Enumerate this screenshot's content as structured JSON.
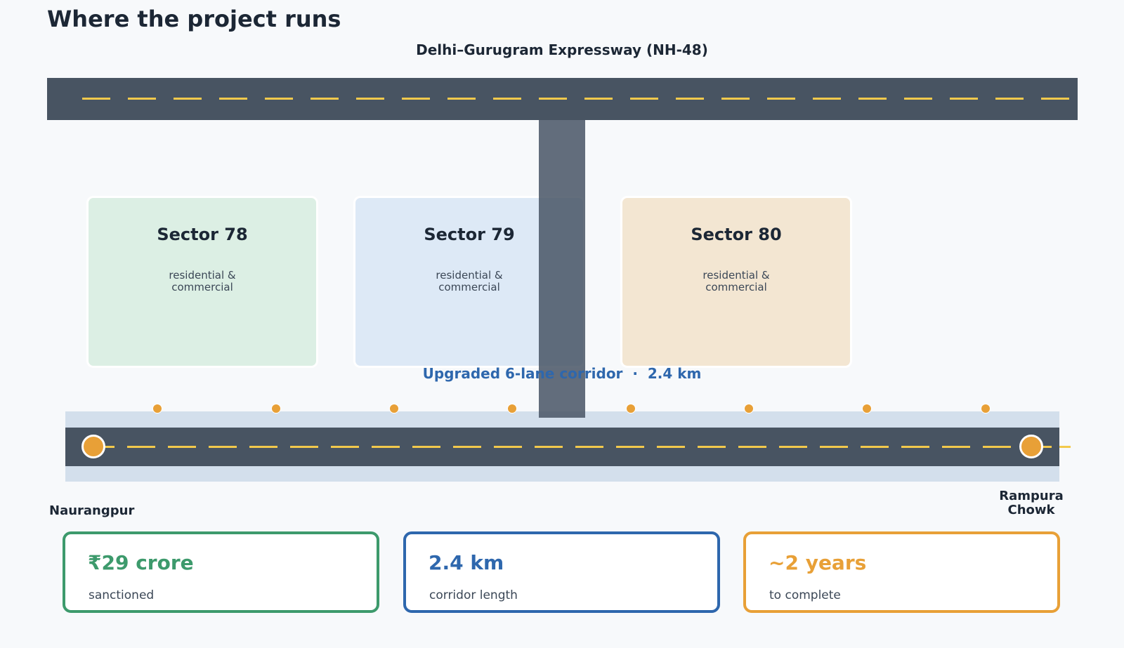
{
  "title": "Where the project runs",
  "expressway": {
    "label": "Delhi–Gurugram Expressway (NH-48)"
  },
  "sectors": [
    {
      "name": "Sector 78",
      "desc": "residential & commercial",
      "color": "#dcefe4"
    },
    {
      "name": "Sector 79",
      "desc": "residential & commercial",
      "color": "#dde9f6"
    },
    {
      "name": "Sector 80",
      "desc": "residential & commercial",
      "color": "#f3e6d2"
    }
  ],
  "corridor": {
    "label": "Upgraded 6-lane corridor  ·  2.4 km",
    "start": "Naurangpur",
    "end": "Rampura Chowk"
  },
  "stats": [
    {
      "value": "₹29 crore",
      "label": "sanctioned",
      "color": "#3d9a6c"
    },
    {
      "value": "2.4 km",
      "label": "corridor length",
      "color": "#2e67ad"
    },
    {
      "value": "~2 years",
      "label": "to complete",
      "color": "#e8a037"
    }
  ],
  "colors": {
    "road": "#485462",
    "lane_marking": "#f2c94c",
    "accent_orange": "#e8a037",
    "accent_blue": "#2e67ad",
    "accent_green": "#3d9a6c"
  }
}
